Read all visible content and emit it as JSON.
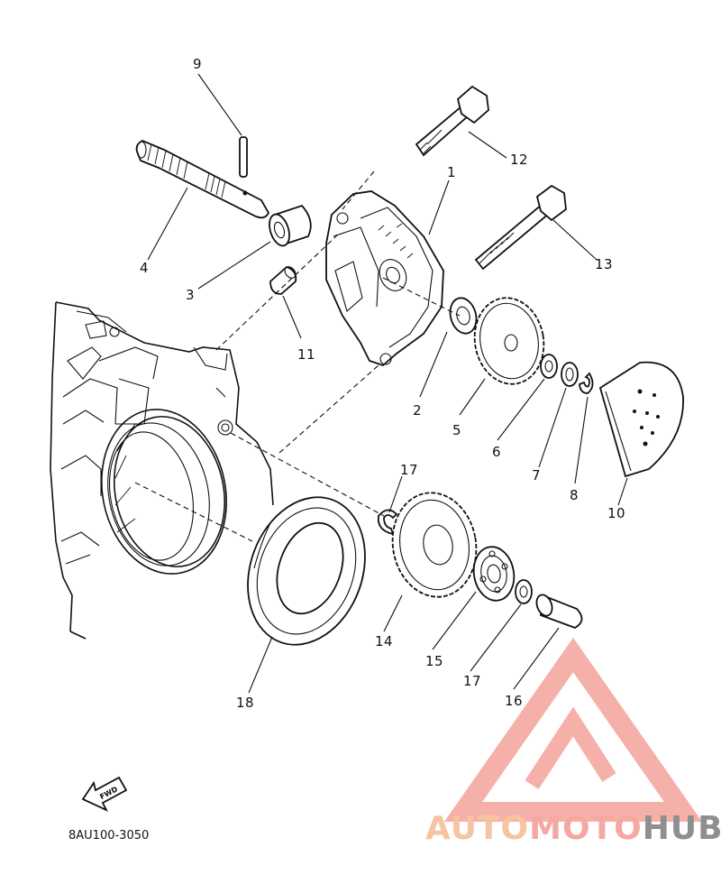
{
  "diagram": {
    "callouts": [
      "1",
      "2",
      "3",
      "4",
      "5",
      "6",
      "7",
      "8",
      "9",
      "10",
      "11",
      "12",
      "13",
      "14",
      "15",
      "16",
      "17",
      "17",
      "18"
    ],
    "fwd_label": "FWD",
    "ref_code": "8AU100-3050"
  },
  "watermark": {
    "brand_part1": "AUTO",
    "brand_part2": "MOTO",
    "brand_part3": "HUB",
    "color_auto": "#f6c4a0",
    "color_moto": "#f5a8a2",
    "color_hub": "#8f8f8f",
    "triangle_color": "#f6b0aa"
  }
}
